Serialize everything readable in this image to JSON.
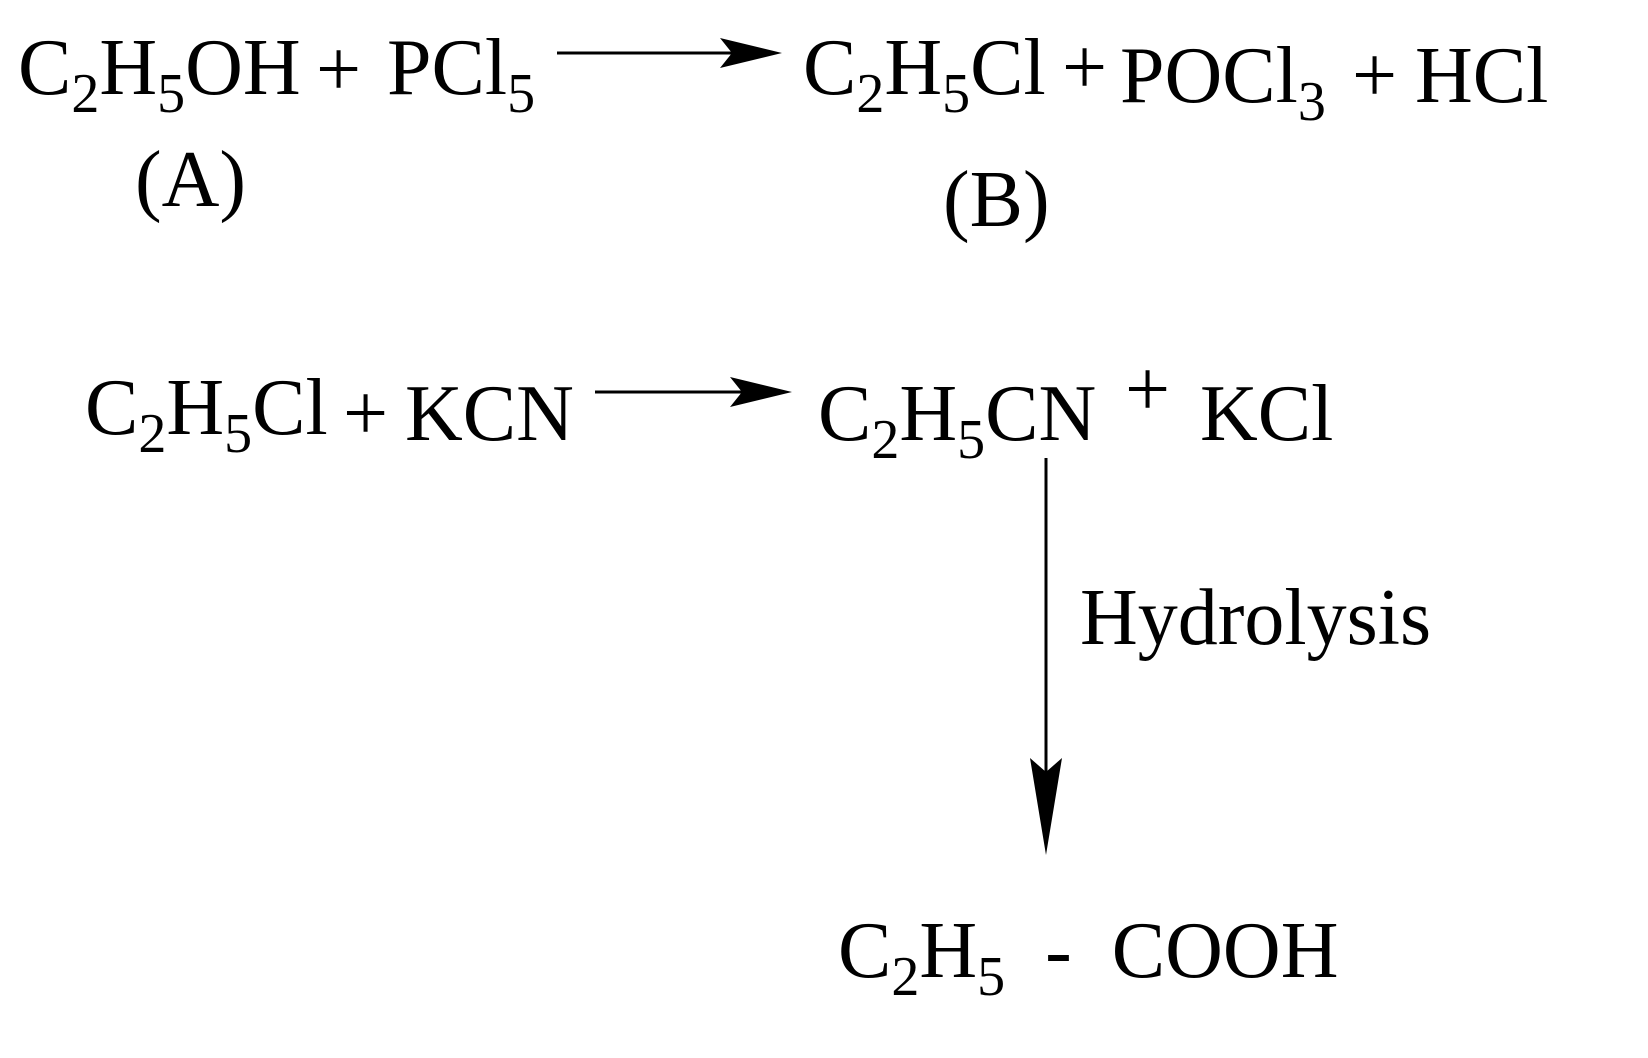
{
  "reaction1": {
    "reactant": [
      [
        "C",
        0
      ],
      [
        "2",
        1
      ],
      [
        "H",
        0
      ],
      [
        "5",
        1
      ],
      [
        "OH",
        0
      ]
    ],
    "plus1": "+",
    "reagent": [
      [
        "PCl",
        0
      ],
      [
        "5",
        1
      ]
    ],
    "product": [
      [
        "C",
        0
      ],
      [
        "2",
        1
      ],
      [
        "H",
        0
      ],
      [
        "5",
        1
      ],
      [
        "Cl",
        0
      ]
    ],
    "plus2": "+",
    "byproduct1": [
      [
        "POCl",
        0
      ],
      [
        "3",
        1
      ]
    ],
    "plus3": "+",
    "byproduct2": [
      [
        "HCl",
        0
      ]
    ],
    "label_a": "(A)",
    "label_b": "(B)"
  },
  "reaction2": {
    "reactant": [
      [
        "C",
        0
      ],
      [
        "2",
        1
      ],
      [
        "H",
        0
      ],
      [
        "5",
        1
      ],
      [
        "Cl",
        0
      ]
    ],
    "plus1": "+",
    "reagent": [
      [
        "KCN",
        0
      ]
    ],
    "product": [
      [
        "C",
        0
      ],
      [
        "2",
        1
      ],
      [
        "H",
        0
      ],
      [
        "5",
        1
      ],
      [
        "CN",
        0
      ]
    ],
    "plus2": "+",
    "byproduct": [
      [
        "KCl",
        0
      ]
    ]
  },
  "reaction3": {
    "condition": "Hydrolysis",
    "product": [
      [
        "C",
        0
      ],
      [
        "2",
        1
      ],
      [
        "H",
        0
      ],
      [
        "5",
        1
      ],
      [
        "  -  COOH",
        0
      ]
    ]
  }
}
